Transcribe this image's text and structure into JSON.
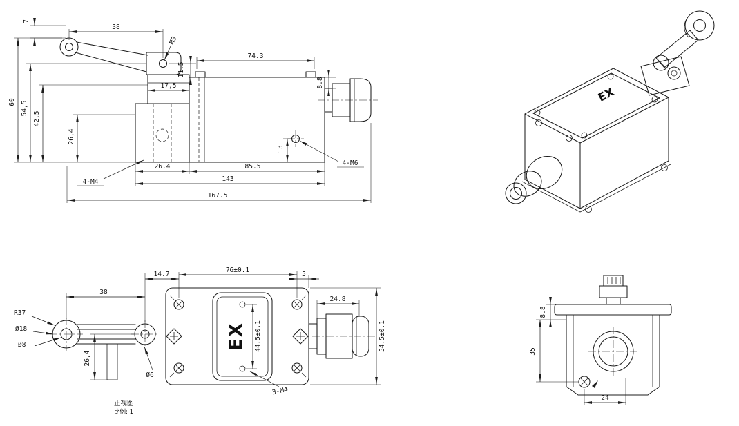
{
  "drawing": {
    "background": "#ffffff",
    "line_color": "#1c1c1c"
  },
  "side_view": {
    "dim_7": "7",
    "dim_38": "38",
    "dim_m5": "M5",
    "dim_74_3": "74.3",
    "dim_11_5": "11.5",
    "dim_17_5": "17,5",
    "dim_8_8": "8.8",
    "dim_60": "60",
    "dim_54_5": "54,5",
    "dim_42_5": "42,5",
    "dim_26_4_v": "26,4",
    "dim_13": "13",
    "dim_26_4_h": "26.4",
    "dim_85_5": "85.5",
    "dim_4_m6": "4-M6",
    "dim_4_m4": "4-M4",
    "dim_143": "143",
    "dim_167_5": "167.5"
  },
  "iso_view": {
    "marking": "EX"
  },
  "front_view": {
    "dim_14_7": "14.7",
    "dim_76": "76±0.1",
    "dim_5": "5",
    "dim_38": "38",
    "dim_24_8": "24.8",
    "dim_r37": "R37",
    "dim_d18": "Ø18",
    "dim_d8": "Ø8",
    "dim_44_5": "44.5±0.1",
    "dim_54_5": "54.5±0.1",
    "dim_26_4": "26,4",
    "dim_d6": "Ø6",
    "dim_3_m4": "3-M4",
    "marking": "EX",
    "caption_title": "正视图",
    "caption_scale": "比例: 1"
  },
  "end_view": {
    "dim_8_8": "8.8",
    "dim_35": "35",
    "dim_24": "24"
  }
}
